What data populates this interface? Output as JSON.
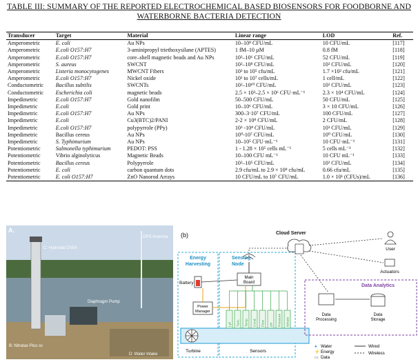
{
  "caption": {
    "line1": "TABLE III: SUMMARY OF THE REPORTED ELECTROCHEMICAL BASED BIOSENSORS FOR FOODBORNE AND",
    "line2": "WATERBORNE BACTERIA DETECTION"
  },
  "table": {
    "headers": [
      "Transducer",
      "Target",
      "Material",
      "Linear range",
      "LOD",
      "Ref."
    ],
    "rows": [
      [
        "Amperometric",
        "E. coli",
        "Au NPs",
        "10–10⁸ CFU/mL",
        "10 CFU/mL",
        "[117]"
      ],
      [
        "Amperometric",
        "E.coli O157:H7",
        "3-aminipropyl triethoxysilane (APTES)",
        "1 fM–10 µM",
        "0.8 fM",
        "[118]"
      ],
      [
        "Amperometric",
        "E.coli O157:H7",
        "core–shell magnetic beads and Au NPs",
        "10²–10⁶ CFU/mL",
        "52 CFU/mL",
        "[119]"
      ],
      [
        "Amperometric",
        "S. aureus",
        "SWCNT",
        "10²–10⁸ CFU/mL",
        "10² CFU/mL",
        "[120]"
      ],
      [
        "Amperometric",
        "Listeria monocytogenes",
        "MWCNT Fibers",
        "10² to 10⁵ cfu/mL",
        "1.7 ×10² cfu/mL",
        "[121]"
      ],
      [
        "Amperometric",
        "E.coli O157:H7",
        "Nickel oxide",
        "10¹ to 10⁷ cells/mL",
        "1 cell/mL",
        "[122]"
      ],
      [
        "Conductometric",
        "Bacillus subtilis",
        "SWCNTs",
        "10²–10¹⁰ CFU/mL",
        "10² CFU/mL",
        "[123]"
      ],
      [
        "Conductometric",
        "Escherichia coli",
        "magnetic beads",
        "2.5 × 10³–2.5 × 10⁶ CFU·mL⁻¹",
        "2.3 × 10⁴ CFU/mL",
        "[124]"
      ],
      [
        "Impedimetric",
        "E.coli O157:H7",
        "Gold nanofilm",
        "50–500 CFU/mL",
        "50 CFU/mL",
        "[125]"
      ],
      [
        "Impedimetric",
        "E.coli",
        "Gold print",
        "10–10⁶ CFU/mL",
        "3 × 10 CFU/mL",
        "[126]"
      ],
      [
        "Impedimetric",
        "E.coli O157:H7",
        "Au NPs",
        "300–3·10⁷ CFU/mL",
        "100 CFU/mL",
        "[127]"
      ],
      [
        "Impedimetric",
        "E.coli",
        "Cu3(BTC)2/PANI",
        "2-2 × 10⁸ CFU/mL",
        "2 CFU/mL",
        "[128]"
      ],
      [
        "Impedimetric",
        "E.coli O157:H7",
        "polypyrrole (PPy)",
        "10³ -10⁸ CFU/mL",
        "10³ CFU/mL",
        "[129]"
      ],
      [
        "Impedimetric",
        "Bacillus cereus",
        "Au NPs",
        "10⁰-10⁷ CFU/mL",
        "10⁰ CFU/mL",
        "[130]"
      ],
      [
        "Impedimetric",
        "S. Typhimurium",
        "Au NPs",
        "10–10⁵ CFU·mL⁻¹",
        "10 CFU·mL⁻¹",
        "[131]"
      ],
      [
        "Potentiometric",
        "Salmonella typhimurium",
        "PEDOT: PSS",
        "1 - 1.28 × 10⁵ cells mL⁻¹",
        "5 cells mL⁻¹",
        "[132]"
      ],
      [
        "Potentiometric",
        "Vibrio alginolyticus",
        "Magnetic Beads",
        "10–100 CFU mL⁻¹",
        "10 CFU mL⁻¹",
        "[133]"
      ],
      [
        "Potentiometric",
        "Bacillus cereus",
        "Polypyrrole",
        "10²–10⁵ CFU/mL",
        "10² CFU/mL",
        "[134]"
      ],
      [
        "Potentiometric",
        "E. coli",
        "carbon quantum dots",
        "2.9 cfu/mL to 2.9 × 10⁸ cfu/mL",
        "0.66 cfu/mL",
        "[135]"
      ],
      [
        "Potentiometric",
        "E. coli O157:H7",
        "ZnO Nanorod Arrays",
        "10 CFU/mL to 10⁷ CFU/mL",
        "1.0 × 10¹ (CFUs)/mL",
        "[136]"
      ]
    ],
    "italic_targets": [
      0,
      1,
      2,
      3,
      4,
      5,
      6,
      7,
      8,
      9,
      10,
      11,
      12,
      14,
      15,
      17,
      18,
      19
    ]
  },
  "figure": {
    "photo": {
      "panel_label": "A.",
      "labels": {
        "hydrolab": "C: Hydrolab DS5X",
        "gps": "GPS Antenna",
        "pump": "Diaphragm Pump",
        "nitratax": "B: Nitratax Plus sc",
        "intake": "D: Water Intake"
      }
    },
    "diagram": {
      "panel_label": "(b)",
      "cloud_server": "Cloud Server",
      "energy_harvesting": "Energy\nHarvesting",
      "sensing_node": "Sensing\nNode",
      "battery": "Battery",
      "main_board": "Main\nBoard",
      "power_manager": "Power\nManager",
      "turbine": "Turbine",
      "sensors": "Sensors",
      "sensor_names": [
        "Lpf",
        "Turb.",
        "Temp.",
        "Cond.",
        "Flow",
        "pH",
        "Pressure",
        "Nitrate"
      ],
      "user": "User",
      "actuators": "Actuators",
      "data_analytics": "Data Analytics",
      "data_processing": "Data\nProcessing",
      "data_storage": "Data\nStorage",
      "legend": {
        "water": "Water",
        "energy": "Energy",
        "data": "Data",
        "wired": "Wired",
        "wireless": "Wireless"
      },
      "colors": {
        "energy_box": "#2aa7d6",
        "sensing_box": "#2aa7d6",
        "analytics_box": "#7b3fa0",
        "sensor_green": "#3aa84a",
        "energy_arrow": "#e8a317",
        "battery_red": "#e23b2e",
        "water_blue": "#1d9bd6"
      }
    }
  }
}
